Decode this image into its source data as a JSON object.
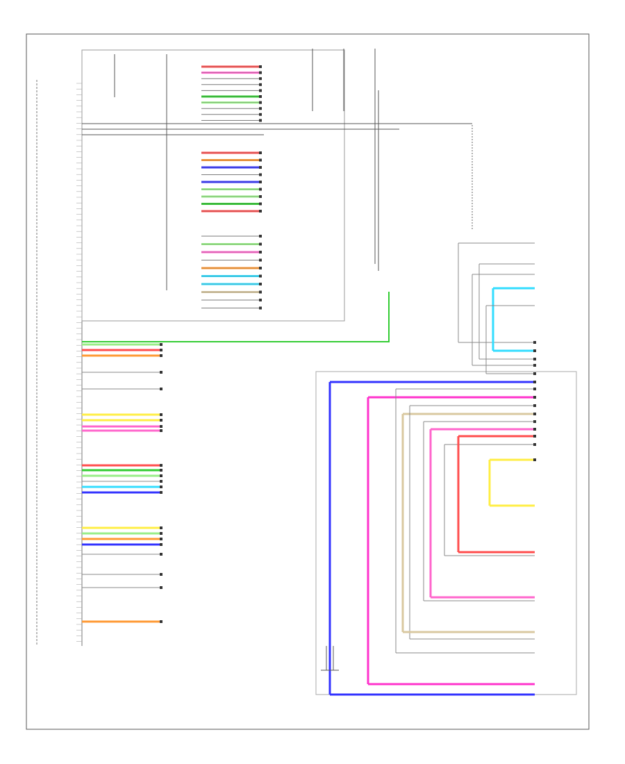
{
  "page": {
    "footer_id": "",
    "titles": {
      "ecu_main": "",
      "ecu_fuse1": "",
      "ecu_fuse1b": "",
      "ecu_fuse2": "",
      "ecu_fuse2b": "",
      "f1": "",
      "f1b": "",
      "f2": "",
      "f2b": "",
      "f3": "",
      "f3b": "",
      "right_box": "",
      "right_note1": "",
      "right_note2": "",
      "right_list1": "",
      "right_list2": "",
      "mid_ground": "",
      "mid_ground2": "",
      "left_ecu_bottom": "",
      "bottom_ground": "",
      "right_connector_title": "",
      "right_sensor1": "",
      "right_sensor2": "",
      "right_sensor3": "",
      "right_sensor4": "",
      "right_sensor5": ""
    }
  },
  "wire_colors": {
    "red": "#ff4d4d",
    "pink": "#ff66cc",
    "magenta": "#ff33cc",
    "green": "#33cc33",
    "lightgreen": "#99ee88",
    "blue": "#3333ff",
    "cyan": "#33ddff",
    "yellow": "#ffee44",
    "orange": "#ff9933",
    "tan": "#d9c8a0",
    "gray": "#888888",
    "black": "#222222",
    "white": "#cccccc"
  },
  "upper_wires": [
    {
      "color": "red",
      "code": "",
      "dest": ""
    },
    {
      "color": "pink",
      "code": "",
      "dest": ""
    },
    {
      "color": "gray",
      "code": "",
      "dest": ""
    },
    {
      "color": "gray",
      "code": "",
      "dest": ""
    },
    {
      "color": "gray",
      "code": "",
      "dest": ""
    },
    {
      "color": "green",
      "code": "",
      "dest": ""
    },
    {
      "color": "lightgreen",
      "code": "",
      "dest": ""
    },
    {
      "color": "gray",
      "code": "",
      "dest": ""
    },
    {
      "color": "gray",
      "code": "",
      "dest": ""
    },
    {
      "color": "gray",
      "code": "",
      "dest": ""
    }
  ],
  "mid_wires": [
    {
      "color": "red",
      "code": "",
      "dest": ""
    },
    {
      "color": "orange",
      "code": "",
      "dest": ""
    },
    {
      "color": "blue",
      "code": "",
      "dest": ""
    },
    {
      "color": "gray",
      "code": "",
      "dest": ""
    },
    {
      "color": "blue",
      "code": "",
      "dest": ""
    },
    {
      "color": "lightgreen",
      "code": "",
      "dest": ""
    },
    {
      "color": "lightgreen",
      "code": "",
      "dest": ""
    },
    {
      "color": "green",
      "code": "",
      "dest": ""
    },
    {
      "color": "red",
      "code": "",
      "dest": ""
    }
  ],
  "lower_wires": [
    {
      "color": "gray",
      "code": "",
      "dest": ""
    },
    {
      "color": "lightgreen",
      "code": "",
      "dest": ""
    },
    {
      "color": "pink",
      "code": "",
      "dest": ""
    },
    {
      "color": "gray",
      "code": "",
      "dest": ""
    },
    {
      "color": "orange",
      "code": "",
      "dest": ""
    },
    {
      "color": "cyan",
      "code": "",
      "dest": ""
    },
    {
      "color": "cyan",
      "code": "",
      "dest": ""
    },
    {
      "color": "tan",
      "code": "",
      "dest": ""
    },
    {
      "color": "gray",
      "code": "",
      "dest": ""
    },
    {
      "color": "gray",
      "code": "",
      "dest": ""
    }
  ],
  "left_wires": [
    {
      "color": "lightgreen",
      "code": "",
      "dest": ""
    },
    {
      "color": "red",
      "code": "",
      "dest": ""
    },
    {
      "color": "orange",
      "code": "",
      "dest": ""
    },
    {
      "color": "gray",
      "code": "",
      "dest": ""
    },
    {
      "color": "gray",
      "code": "",
      "dest": ""
    },
    {
      "color": "yellow",
      "code": "",
      "dest": ""
    },
    {
      "color": "yellow",
      "code": "",
      "dest": ""
    },
    {
      "color": "pink",
      "code": "",
      "dest": ""
    },
    {
      "color": "pink",
      "code": "",
      "dest": ""
    },
    {
      "color": "red",
      "code": "",
      "dest": ""
    },
    {
      "color": "green",
      "code": "",
      "dest": ""
    },
    {
      "color": "lightgreen",
      "code": "",
      "dest": ""
    },
    {
      "color": "gray",
      "code": "",
      "dest": ""
    },
    {
      "color": "cyan",
      "code": "",
      "dest": ""
    },
    {
      "color": "blue",
      "code": "",
      "dest": ""
    },
    {
      "color": "yellow",
      "code": "",
      "dest": ""
    },
    {
      "color": "lightgreen",
      "code": "",
      "dest": ""
    },
    {
      "color": "orange",
      "code": "",
      "dest": ""
    },
    {
      "color": "blue",
      "code": "",
      "dest": ""
    },
    {
      "color": "gray",
      "code": "",
      "dest": ""
    },
    {
      "color": "gray",
      "code": "",
      "dest": ""
    },
    {
      "color": "gray",
      "code": "",
      "dest": ""
    },
    {
      "color": "orange",
      "code": "",
      "dest": ""
    }
  ],
  "right_conn_wires": [
    {
      "color": "gray"
    },
    {
      "color": "cyan"
    },
    {
      "color": "gray"
    },
    {
      "color": "gray"
    },
    {
      "color": "gray"
    },
    {
      "color": "blue"
    },
    {
      "color": "gray"
    },
    {
      "color": "magenta"
    },
    {
      "color": "gray"
    },
    {
      "color": "tan"
    },
    {
      "color": "gray"
    },
    {
      "color": "pink"
    },
    {
      "color": "red"
    },
    {
      "color": "gray"
    },
    {
      "color": "yellow"
    }
  ]
}
